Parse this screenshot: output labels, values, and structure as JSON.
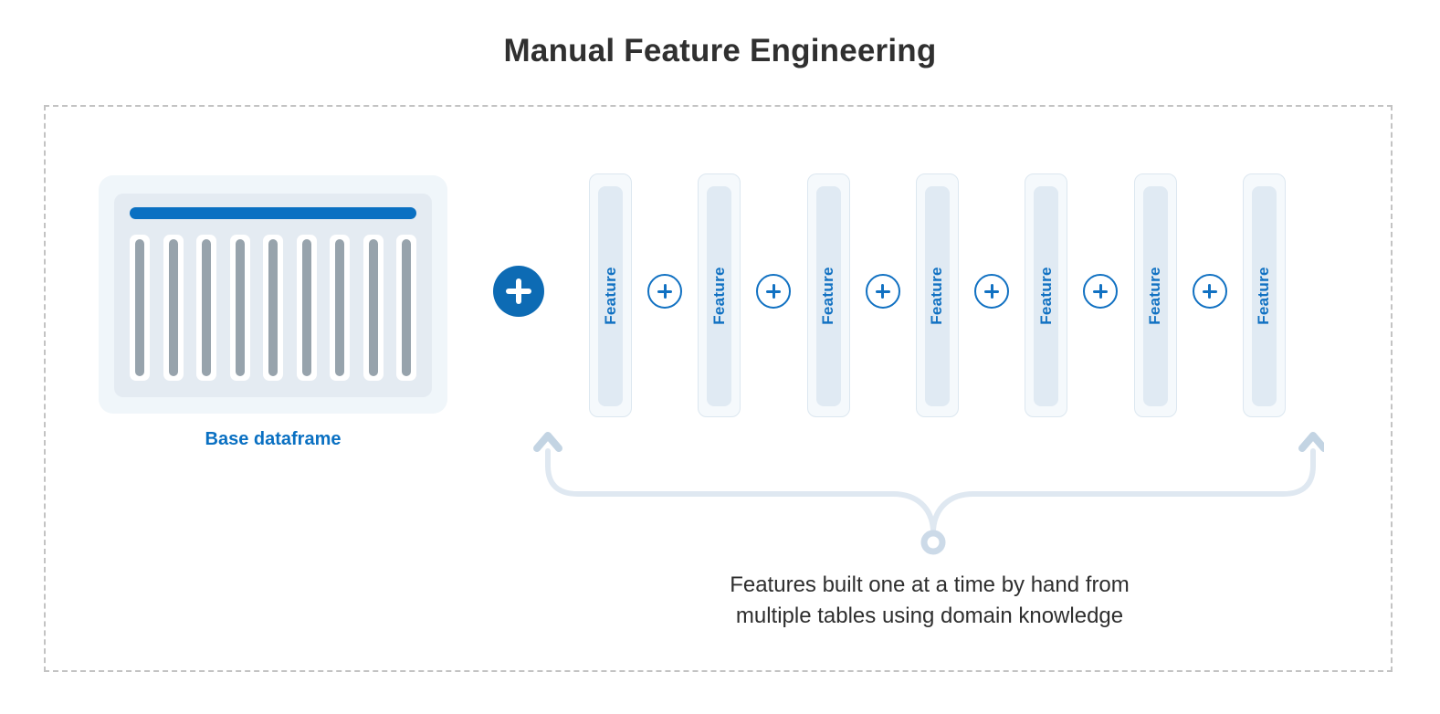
{
  "title": "Manual Feature Engineering",
  "base_dataframe": {
    "label": "Base dataframe",
    "column_count": 9
  },
  "icons": {
    "large_plus": "plus-circle-filled",
    "small_plus": "plus-circle-outline",
    "brace": "curly-brace-with-up-arrows",
    "ring": "connector-ring"
  },
  "features": {
    "items": [
      {
        "label": "Feature"
      },
      {
        "label": "Feature"
      },
      {
        "label": "Feature"
      },
      {
        "label": "Feature"
      },
      {
        "label": "Feature"
      },
      {
        "label": "Feature"
      },
      {
        "label": "Feature"
      }
    ]
  },
  "caption": {
    "line1": "Features built one at a time by hand from",
    "line2": "multiple tables using domain knowledge"
  },
  "colors": {
    "primary-blue": "#0a70c2",
    "plus-blue": "#0d6bb4",
    "feature-text-blue": "#1171c2",
    "pill-bg": "#f5f9fc",
    "pill-border": "#dce7f0",
    "pill-inner": "#e0eaf3",
    "card-outer": "#f0f6fa",
    "card-inner": "#e4ebf2",
    "column-bar-gray": "#97a3ac",
    "dash-border": "#c3c3c3",
    "brace": "#dfe8f1",
    "brace-arrow": "#c3d4e3",
    "ring": "#ccdae8",
    "text-dark": "#2e2e2e"
  }
}
